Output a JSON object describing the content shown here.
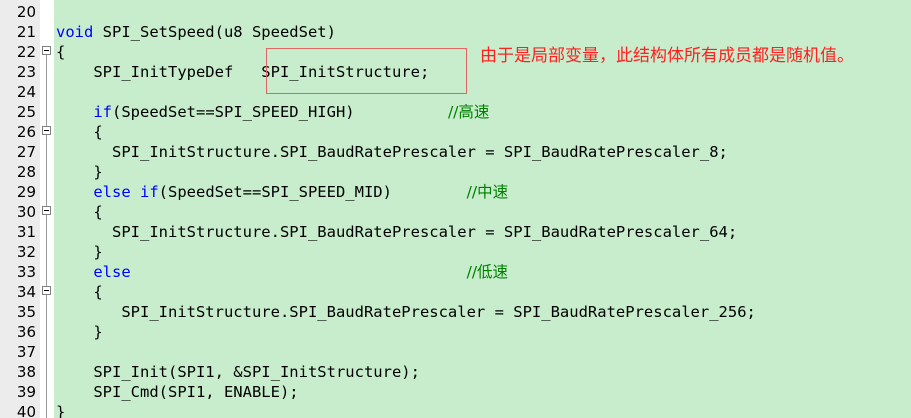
{
  "editor": {
    "colors": {
      "background": "#c7edcc",
      "keyword": "#0000ff",
      "comment": "#008000",
      "annotation": "#ff2020"
    },
    "lines": [
      {
        "no": "20",
        "fold": false,
        "segs": []
      },
      {
        "no": "21",
        "fold": false,
        "segs": [
          {
            "t": "void",
            "c": "kw"
          },
          {
            "t": " SPI_SetSpeed(u8 SpeedSet)"
          }
        ]
      },
      {
        "no": "22",
        "fold": true,
        "segs": [
          {
            "t": "{"
          }
        ]
      },
      {
        "no": "23",
        "fold": false,
        "segs": [
          {
            "t": "    SPI_InitTypeDef   SPI_InitStructure;"
          }
        ]
      },
      {
        "no": "24",
        "fold": false,
        "segs": []
      },
      {
        "no": "25",
        "fold": false,
        "segs": [
          {
            "t": "    "
          },
          {
            "t": "if",
            "c": "kw"
          },
          {
            "t": "(SpeedSet==SPI_SPEED_HIGH)          "
          },
          {
            "t": "//高速",
            "c": "cm"
          }
        ]
      },
      {
        "no": "26",
        "fold": true,
        "segs": [
          {
            "t": "    {"
          }
        ]
      },
      {
        "no": "27",
        "fold": false,
        "segs": [
          {
            "t": "      SPI_InitStructure.SPI_BaudRatePrescaler = SPI_BaudRatePrescaler_8;"
          }
        ]
      },
      {
        "no": "28",
        "fold": false,
        "segs": [
          {
            "t": "    }"
          }
        ]
      },
      {
        "no": "29",
        "fold": false,
        "segs": [
          {
            "t": "    "
          },
          {
            "t": "else",
            "c": "kw"
          },
          {
            "t": " "
          },
          {
            "t": "if",
            "c": "kw"
          },
          {
            "t": "(SpeedSet==SPI_SPEED_MID)        "
          },
          {
            "t": "//中速",
            "c": "cm"
          }
        ]
      },
      {
        "no": "30",
        "fold": true,
        "segs": [
          {
            "t": "    {"
          }
        ]
      },
      {
        "no": "31",
        "fold": false,
        "segs": [
          {
            "t": "      SPI_InitStructure.SPI_BaudRatePrescaler = SPI_BaudRatePrescaler_64;"
          }
        ]
      },
      {
        "no": "32",
        "fold": false,
        "segs": [
          {
            "t": "    }"
          }
        ]
      },
      {
        "no": "33",
        "fold": false,
        "segs": [
          {
            "t": "    "
          },
          {
            "t": "else",
            "c": "kw"
          },
          {
            "t": "                                    "
          },
          {
            "t": "//低速",
            "c": "cm"
          }
        ]
      },
      {
        "no": "34",
        "fold": true,
        "segs": [
          {
            "t": "    {"
          }
        ]
      },
      {
        "no": "35",
        "fold": false,
        "segs": [
          {
            "t": "       SPI_InitStructure.SPI_BaudRatePrescaler = SPI_BaudRatePrescaler_256;"
          }
        ]
      },
      {
        "no": "36",
        "fold": false,
        "segs": [
          {
            "t": "    }"
          }
        ]
      },
      {
        "no": "37",
        "fold": false,
        "segs": []
      },
      {
        "no": "38",
        "fold": false,
        "segs": [
          {
            "t": "    SPI_Init(SPI1, &SPI_InitStructure);"
          }
        ]
      },
      {
        "no": "39",
        "fold": false,
        "segs": [
          {
            "t": "    SPI_Cmd(SPI1, ENABLE);"
          }
        ]
      },
      {
        "no": "40",
        "fold": false,
        "segs": [
          {
            "t": "}"
          }
        ]
      }
    ]
  },
  "annotation": {
    "text": "由于是局部变量，此结构体所有成员都是随机值。"
  }
}
